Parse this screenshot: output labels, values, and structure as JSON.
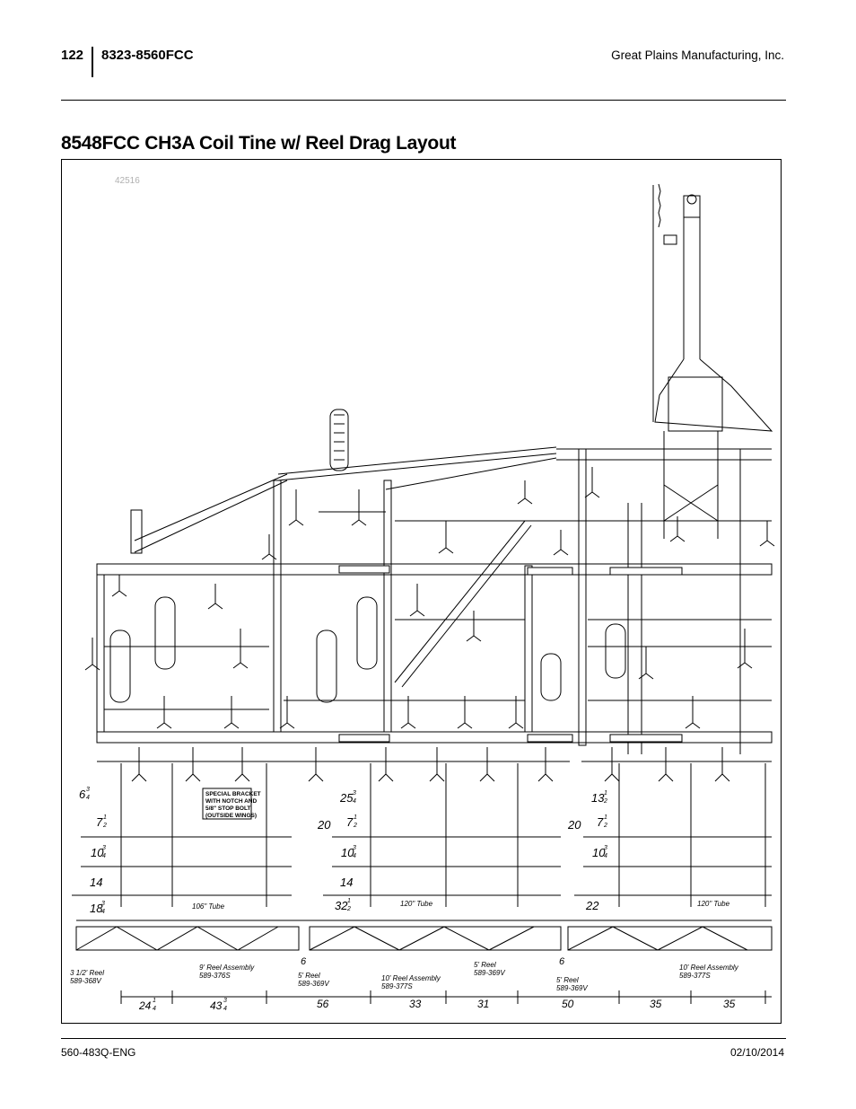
{
  "header": {
    "page_number": "122",
    "doc_code": "8323-8560FCC",
    "company": "Great Plains Manufacturing, Inc."
  },
  "title": "8548FCC CH3A Coil Tine w/ Reel Drag Layout",
  "drawing": {
    "number": "42516",
    "note": [
      "SPECIAL BRACKET",
      "WITH NOTCH AND",
      "5/8\" STOP BOLT",
      "(OUTSIDE WINGS)"
    ],
    "dims_left": {
      "d1": "6",
      "d1n": "3",
      "d1d": "4",
      "d2": "7",
      "d2n": "1",
      "d2d": "2",
      "d3": "10",
      "d3n": "3",
      "d3d": "4",
      "d4": "14",
      "d5": "18",
      "d5n": "3",
      "d5d": "4"
    },
    "dims_mid": {
      "a": "25",
      "an": "3",
      "ad": "4",
      "b": "20",
      "c": "7",
      "cn": "1",
      "cd": "2",
      "d": "10",
      "dn": "3",
      "dd": "4",
      "e": "14",
      "f": "32",
      "fn": "1",
      "fd": "2",
      "g": "6"
    },
    "dims_right": {
      "a": "13",
      "an": "1",
      "ad": "2",
      "b": "20",
      "c": "7",
      "cn": "1",
      "cd": "2",
      "d": "10",
      "dn": "3",
      "dd": "4",
      "e": "22",
      "f": "6"
    },
    "tubes": [
      "106\" Tube",
      "120\" Tube",
      "120\" Tube"
    ],
    "reel_labels": {
      "r1a": "3 1/2' Reel",
      "r1b": "589-368V",
      "r2a": "9' Reel Assembly",
      "r2b": "589-376S",
      "r3a": "5' Reel",
      "r3b": "589-369V",
      "r4a": "10' Reel Assembly",
      "r4b": "589-377S",
      "r5a": "5' Reel",
      "r5b": "589-369V",
      "r6a": "5' Reel",
      "r6b": "589-369V",
      "r7a": "10' Reel Assembly",
      "r7b": "589-377S"
    },
    "bottom_dims": {
      "b1": "24",
      "b1n": "1",
      "b1d": "4",
      "b2": "43",
      "b2n": "3",
      "b2d": "4",
      "b3": "56",
      "b4": "33",
      "b5": "31",
      "b6": "50",
      "b7": "35",
      "b8": "35"
    }
  },
  "footer": {
    "part_number": "560-483Q-ENG",
    "date": "02/10/2014"
  }
}
